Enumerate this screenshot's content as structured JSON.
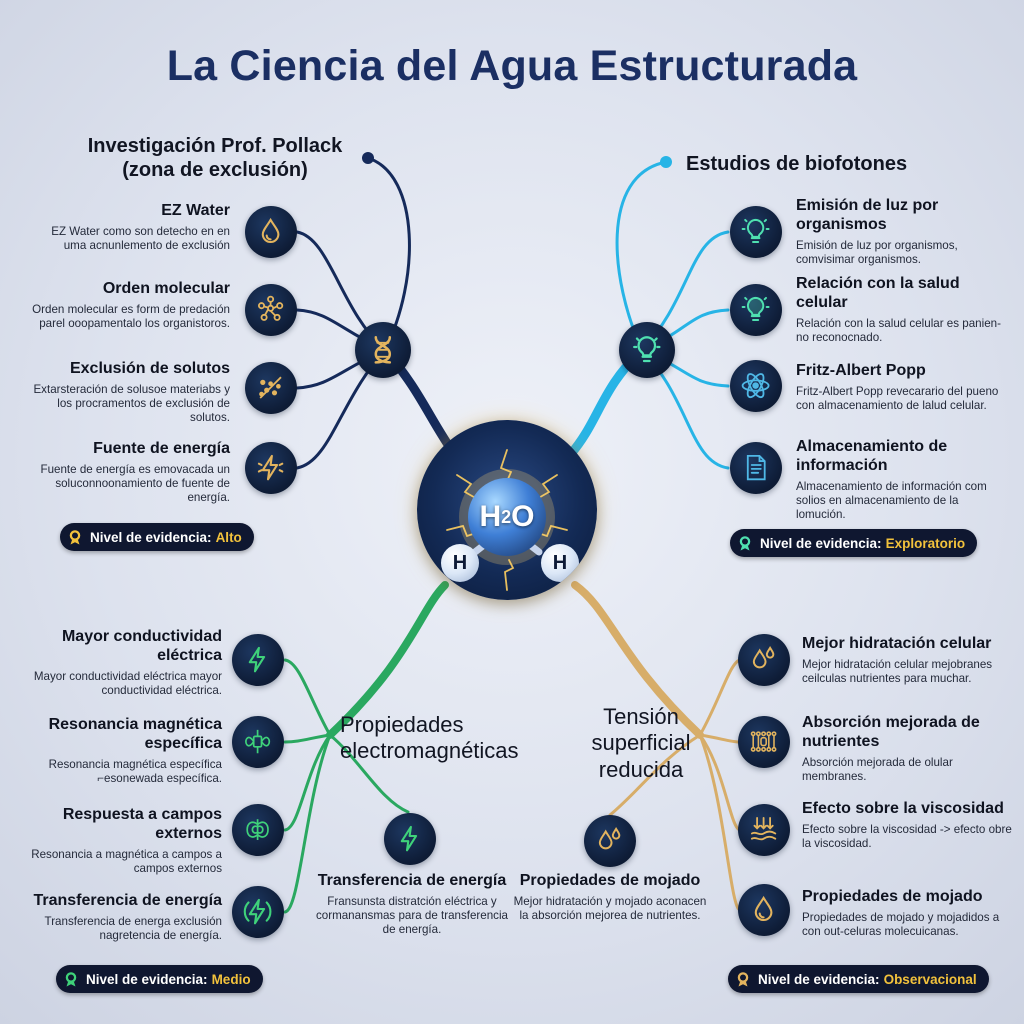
{
  "title": "La Ciencia del Agua Estructurada",
  "colors": {
    "title": "#1b2f63",
    "navy_branch": "#152a5a",
    "cyan_branch": "#27b4e6",
    "green_branch": "#2aa860",
    "gold_branch": "#d7ad69",
    "node_fill": "#0e1c36",
    "badge_fill": "#0f1730",
    "badge_alto": "#f2c23c",
    "badge_exploratorio": "#f2c23c",
    "badge_medio": "#f2c23c",
    "badge_observacional": "#f2c23c"
  },
  "center": {
    "oxygen_label": "H",
    "oxygen_sub": "2",
    "oxygen_suffix": "O",
    "hydrogen_label": "H"
  },
  "pollack": {
    "title_line1": "Investigación Prof. Pollack",
    "title_line2": "(zona de exclusión)",
    "hub_icon": "dna-icon",
    "items": [
      {
        "title": "EZ Water",
        "desc": "EZ Water como son detecho en en uma acnunlemento de exclusión",
        "icon": "water-drop-icon"
      },
      {
        "title": "Orden molecular",
        "desc": "Orden molecular es form de predación parel ooopamentalo los organistoros.",
        "icon": "molecule-network-icon"
      },
      {
        "title": "Exclusión de solutos",
        "desc": "Extarsteración de solusoe materiabs y los procramentos de exclusión de solutos.",
        "icon": "solute-exclusion-icon"
      },
      {
        "title": "Fuente de energía",
        "desc": "Fuente de energía es emovacada un soluconnoonamiento de fuente de energía.",
        "icon": "lightning-icon"
      }
    ],
    "badge_label": "Nivel de evidencia:",
    "badge_value": "Alto"
  },
  "biofotones": {
    "title": "Estudios de biofotones",
    "hub_icon": "lightbulb-icon",
    "items": [
      {
        "title": "Emisión de luz por organismos",
        "desc": "Emisión de luz por organismos, comvisimar organismos.",
        "icon": "lightbulb-icon"
      },
      {
        "title": "Relación con la salud celular",
        "desc": "Relación con la salud celular es panien-no reconocnado.",
        "icon": "lightbulb-glow-icon"
      },
      {
        "title": "Fritz-Albert Popp",
        "desc": "Fritz-Albert Popp revecarario del pueno con almacenamiento de lalud celular.",
        "icon": "atom-icon"
      },
      {
        "title": "Almacenamiento de información",
        "desc": "Almacenamiento de información com solios en almacenamiento de la lomución.",
        "icon": "document-icon"
      }
    ],
    "badge_label": "Nivel de evidencia:",
    "badge_value": "Exploratorio"
  },
  "electro": {
    "title_line1": "Propiedades",
    "title_line2": "electromagnéticas",
    "items": [
      {
        "title": "Mayor conductividad eléctrica",
        "desc": "Mayor conductividad eléctrica mayor conductividad eléctrica.",
        "icon": "lightning-icon"
      },
      {
        "title": "Resonancia magnética específica",
        "desc": "Resonancia magnética específica ⌐esonewada específica.",
        "icon": "magnetic-field-icon"
      },
      {
        "title": "Respuesta a campos externos",
        "desc": "Resonancia a magnética a campos a campos externos",
        "icon": "magnetic-field-icon"
      },
      {
        "title": "Transferencia de energía",
        "desc": "Transferencia de energa exclusión nagretencia de energía.",
        "icon": "lightning-icon"
      }
    ],
    "center_item": {
      "title": "Transferencia de energía",
      "desc": "Fransunsta distratción eléctrica y cormanansmas para de transferencia de energía.",
      "icon": "lightning-icon"
    },
    "badge_label": "Nivel de evidencia:",
    "badge_value": "Medio"
  },
  "tension": {
    "title_line1": "Tensión",
    "title_line2": "superficial",
    "title_line3": "reducida",
    "items": [
      {
        "title": "Mejor hidratación celular",
        "desc": "Mejor hidratación celular mejobranes ceilculas nutrientes para muchar.",
        "icon": "water-drops-icon"
      },
      {
        "title": "Absorción mejorada de nutrientes",
        "desc": "Absorción mejorada de olular membranes.",
        "icon": "membrane-icon"
      },
      {
        "title": "Efecto sobre la viscosidad",
        "desc": "Efecto sobre la viscosidad -> efecto obre la viscosidad.",
        "icon": "viscosity-icon"
      },
      {
        "title": "Propiedades de mojado",
        "desc": "Propiedades de mojado y mojadidos a con out-celuras molecuicanas.",
        "icon": "water-drop-icon"
      }
    ],
    "center_item": {
      "title": "Propiedades de mojado",
      "desc": "Mejor hidratación y mojado aconacen la absorción mejorea de nutrientes.",
      "icon": "water-drops-icon"
    },
    "badge_label": "Nivel de evidencia:",
    "badge_value": "Observacional"
  }
}
